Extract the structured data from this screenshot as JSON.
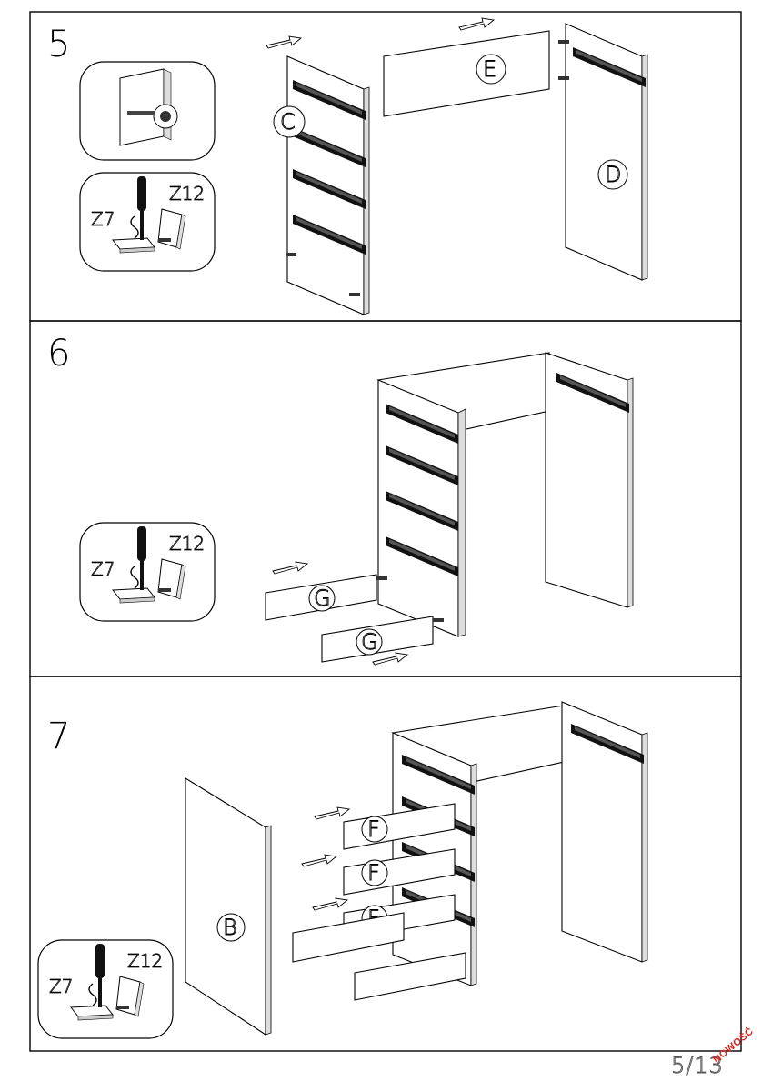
{
  "page": {
    "number": "5/13",
    "badge": "NOWOŚĆ"
  },
  "steps": [
    {
      "number": "5",
      "parts": [
        "C",
        "E",
        "D"
      ],
      "hardware": [
        "Z7",
        "Z12"
      ]
    },
    {
      "number": "6",
      "parts": [
        "G",
        "G"
      ],
      "hardware": [
        "Z7",
        "Z12"
      ]
    },
    {
      "number": "7",
      "parts": [
        "F",
        "F",
        "F",
        "B"
      ],
      "hardware": [
        "Z7",
        "Z12"
      ]
    }
  ]
}
